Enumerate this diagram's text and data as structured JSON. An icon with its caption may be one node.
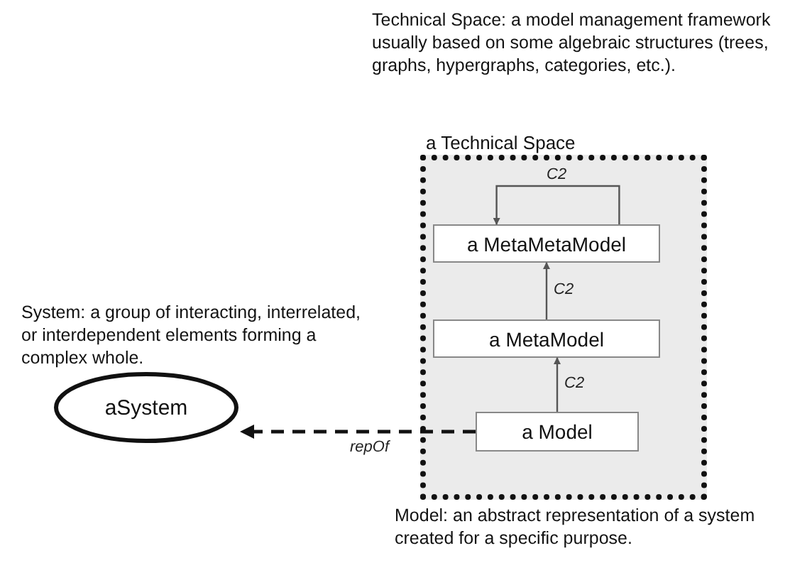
{
  "diagram": {
    "nodes": [
      {
        "text": [
          "a Technical Space"
        ]
      },
      {
        "text": [
          "a MetaMetaModel"
        ],
        "in": 0
      },
      {
        "text": [
          "a MetaModel"
        ],
        "in": 0
      },
      {
        "text": [
          "a Model"
        ],
        "in": 0
      },
      {
        "text": [
          "aSystem"
        ]
      }
    ],
    "edges": [
      {
        "from": 1,
        "to": 1,
        "arrow": "to",
        "label": "C2"
      },
      {
        "from": 2,
        "to": 1,
        "arrow": "to",
        "label": "C2"
      },
      {
        "from": 3,
        "to": 2,
        "arrow": "to",
        "label": "C2"
      },
      {
        "from": 3,
        "to": 4,
        "arrow": "to",
        "label": "repOf",
        "style": "dashed"
      }
    ],
    "labels": [
      "Technical Space: a model management framework usually based on some algebraic structures (trees, graphs, hypergraphs, categories, etc.).",
      "System: a group of interacting, interrelated, or interdependent elements forming a complex whole.",
      "Model: an abstract representation of a system created for a specific purpose."
    ]
  }
}
